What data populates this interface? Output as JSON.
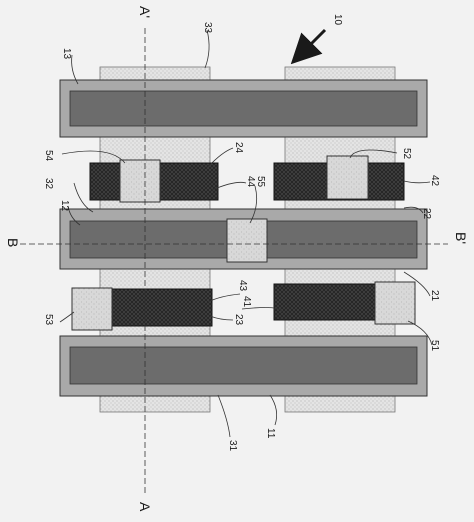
{
  "labels": {
    "ref_10": "10",
    "ref_11": "11",
    "ref_12": "12",
    "ref_13": "13",
    "ref_21": "21",
    "ref_22": "22",
    "ref_23": "23",
    "ref_24": "24",
    "ref_31": "31",
    "ref_32": "32",
    "ref_33": "33",
    "ref_41": "41",
    "ref_42": "42",
    "ref_43": "43",
    "ref_44": "44",
    "ref_51": "51",
    "ref_52": "52",
    "ref_53": "53",
    "ref_54": "54",
    "ref_55": "55"
  },
  "section_lines": {
    "a_start": "A",
    "a_end": "A'",
    "b_start": "B",
    "b_end": "B'"
  },
  "colors": {
    "background": "#f2f2f2",
    "gate_outer": "#a9a9a9",
    "gate_inner": "#6c6c6c",
    "channel": "#2b2b2b",
    "contact": "#d6d6d6",
    "active_region": "#e4e4e4",
    "outline": "#333333"
  }
}
